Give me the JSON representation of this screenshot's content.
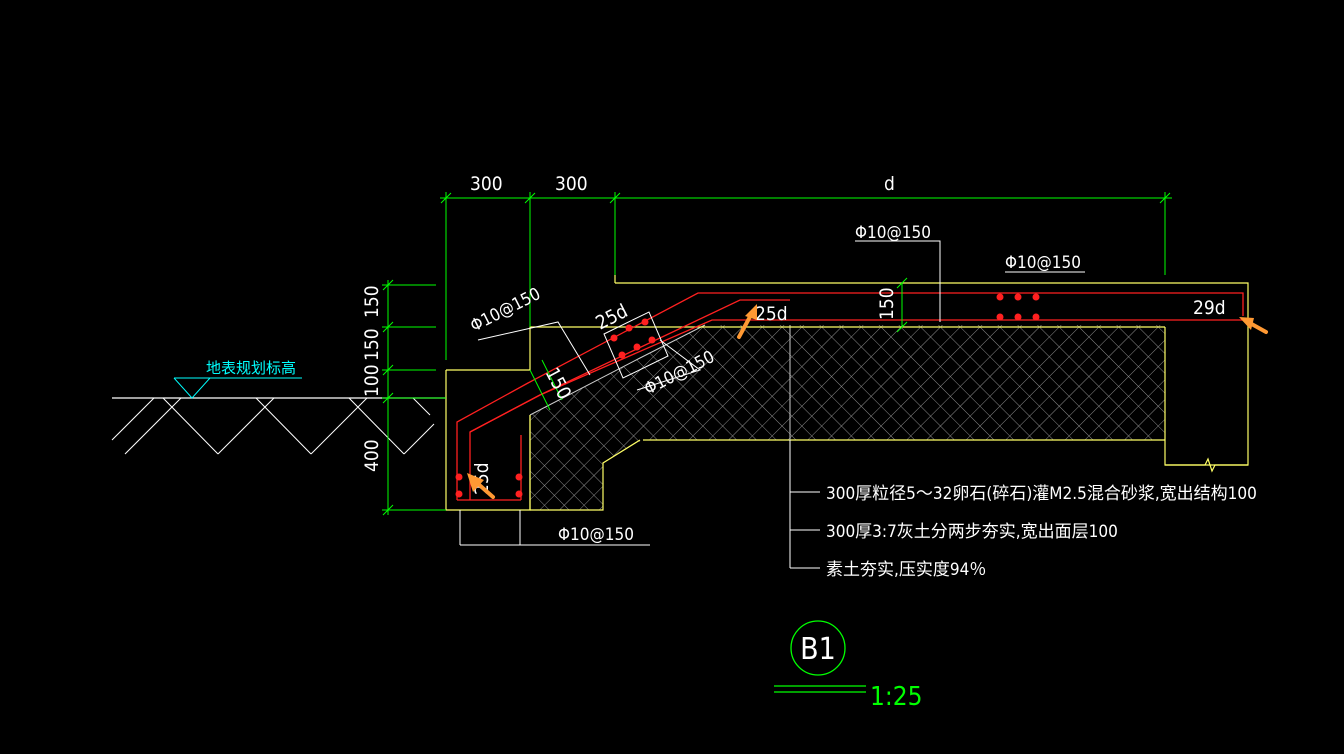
{
  "colors": {
    "background": "#000000",
    "dimension_line": "#00ff00",
    "concrete_outline": "#ffff66",
    "rebar": "#ff2020",
    "rebar_dot": "#ff2020",
    "ground_line": "#ffffff",
    "ground_level_label": "#00ffff",
    "arrow": "#ff9933",
    "hatch": "#aaaaaa",
    "text": "#ffffff",
    "title_circle": "#00ff00",
    "scale_text": "#00ff00"
  },
  "dimensions": {
    "top": [
      "300",
      "300",
      "d"
    ],
    "left": [
      "150",
      "150",
      "100",
      "400"
    ],
    "inner_150_vertical": "150",
    "inner_150_slope": "150"
  },
  "labels": {
    "ground_level": "地表规划标高",
    "rebar_slope": "Φ10@150",
    "rebar_top": "Φ10@150",
    "rebar_right": "Φ10@150",
    "rebar_stirrup": "Φ10@150",
    "rebar_bottom": "Φ10@150",
    "anchor_25d_a": "25d",
    "anchor_25d_b": "25d",
    "anchor_25d_c": "25d",
    "anchor_29d": "29d"
  },
  "layers": [
    "300厚粒径5～32卵石(碎石)灌M2.5混合砂浆,宽出结构100",
    "300厚3:7灰土分两步夯实,宽出面层100",
    "素土夯实,压实度94％"
  ],
  "title": {
    "code": "B1",
    "scale": "1:25"
  }
}
